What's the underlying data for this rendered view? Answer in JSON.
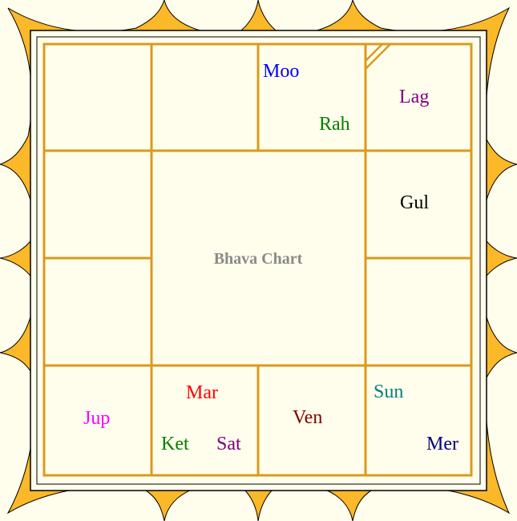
{
  "chart": {
    "title": "Bhava Chart",
    "title_color": "#8a8a8a",
    "frame_color": "#fbb829",
    "background_color": "#fffdeb",
    "grid_color": "#d99a1f"
  },
  "planets": [
    {
      "id": "moo",
      "label": "Moo",
      "house": 1,
      "color": "#0000ff"
    },
    {
      "id": "rah",
      "label": "Rah",
      "house": 1,
      "color": "#008000"
    },
    {
      "id": "lag",
      "label": "Lag",
      "house": 2,
      "color": "#800080"
    },
    {
      "id": "gul",
      "label": "Gul",
      "house": 3,
      "color": "#000000"
    },
    {
      "id": "sun",
      "label": "Sun",
      "house": 5,
      "color": "#008080"
    },
    {
      "id": "mer",
      "label": "Mer",
      "house": 5,
      "color": "#000080"
    },
    {
      "id": "ven",
      "label": "Ven",
      "house": 6,
      "color": "#800000"
    },
    {
      "id": "mar",
      "label": "Mar",
      "house": 7,
      "color": "#ff0000"
    },
    {
      "id": "ket",
      "label": "Ket",
      "house": 7,
      "color": "#008000"
    },
    {
      "id": "sat",
      "label": "Sat",
      "house": 7,
      "color": "#800080"
    },
    {
      "id": "jup",
      "label": "Jup",
      "house": 8,
      "color": "#ff00ff"
    }
  ]
}
